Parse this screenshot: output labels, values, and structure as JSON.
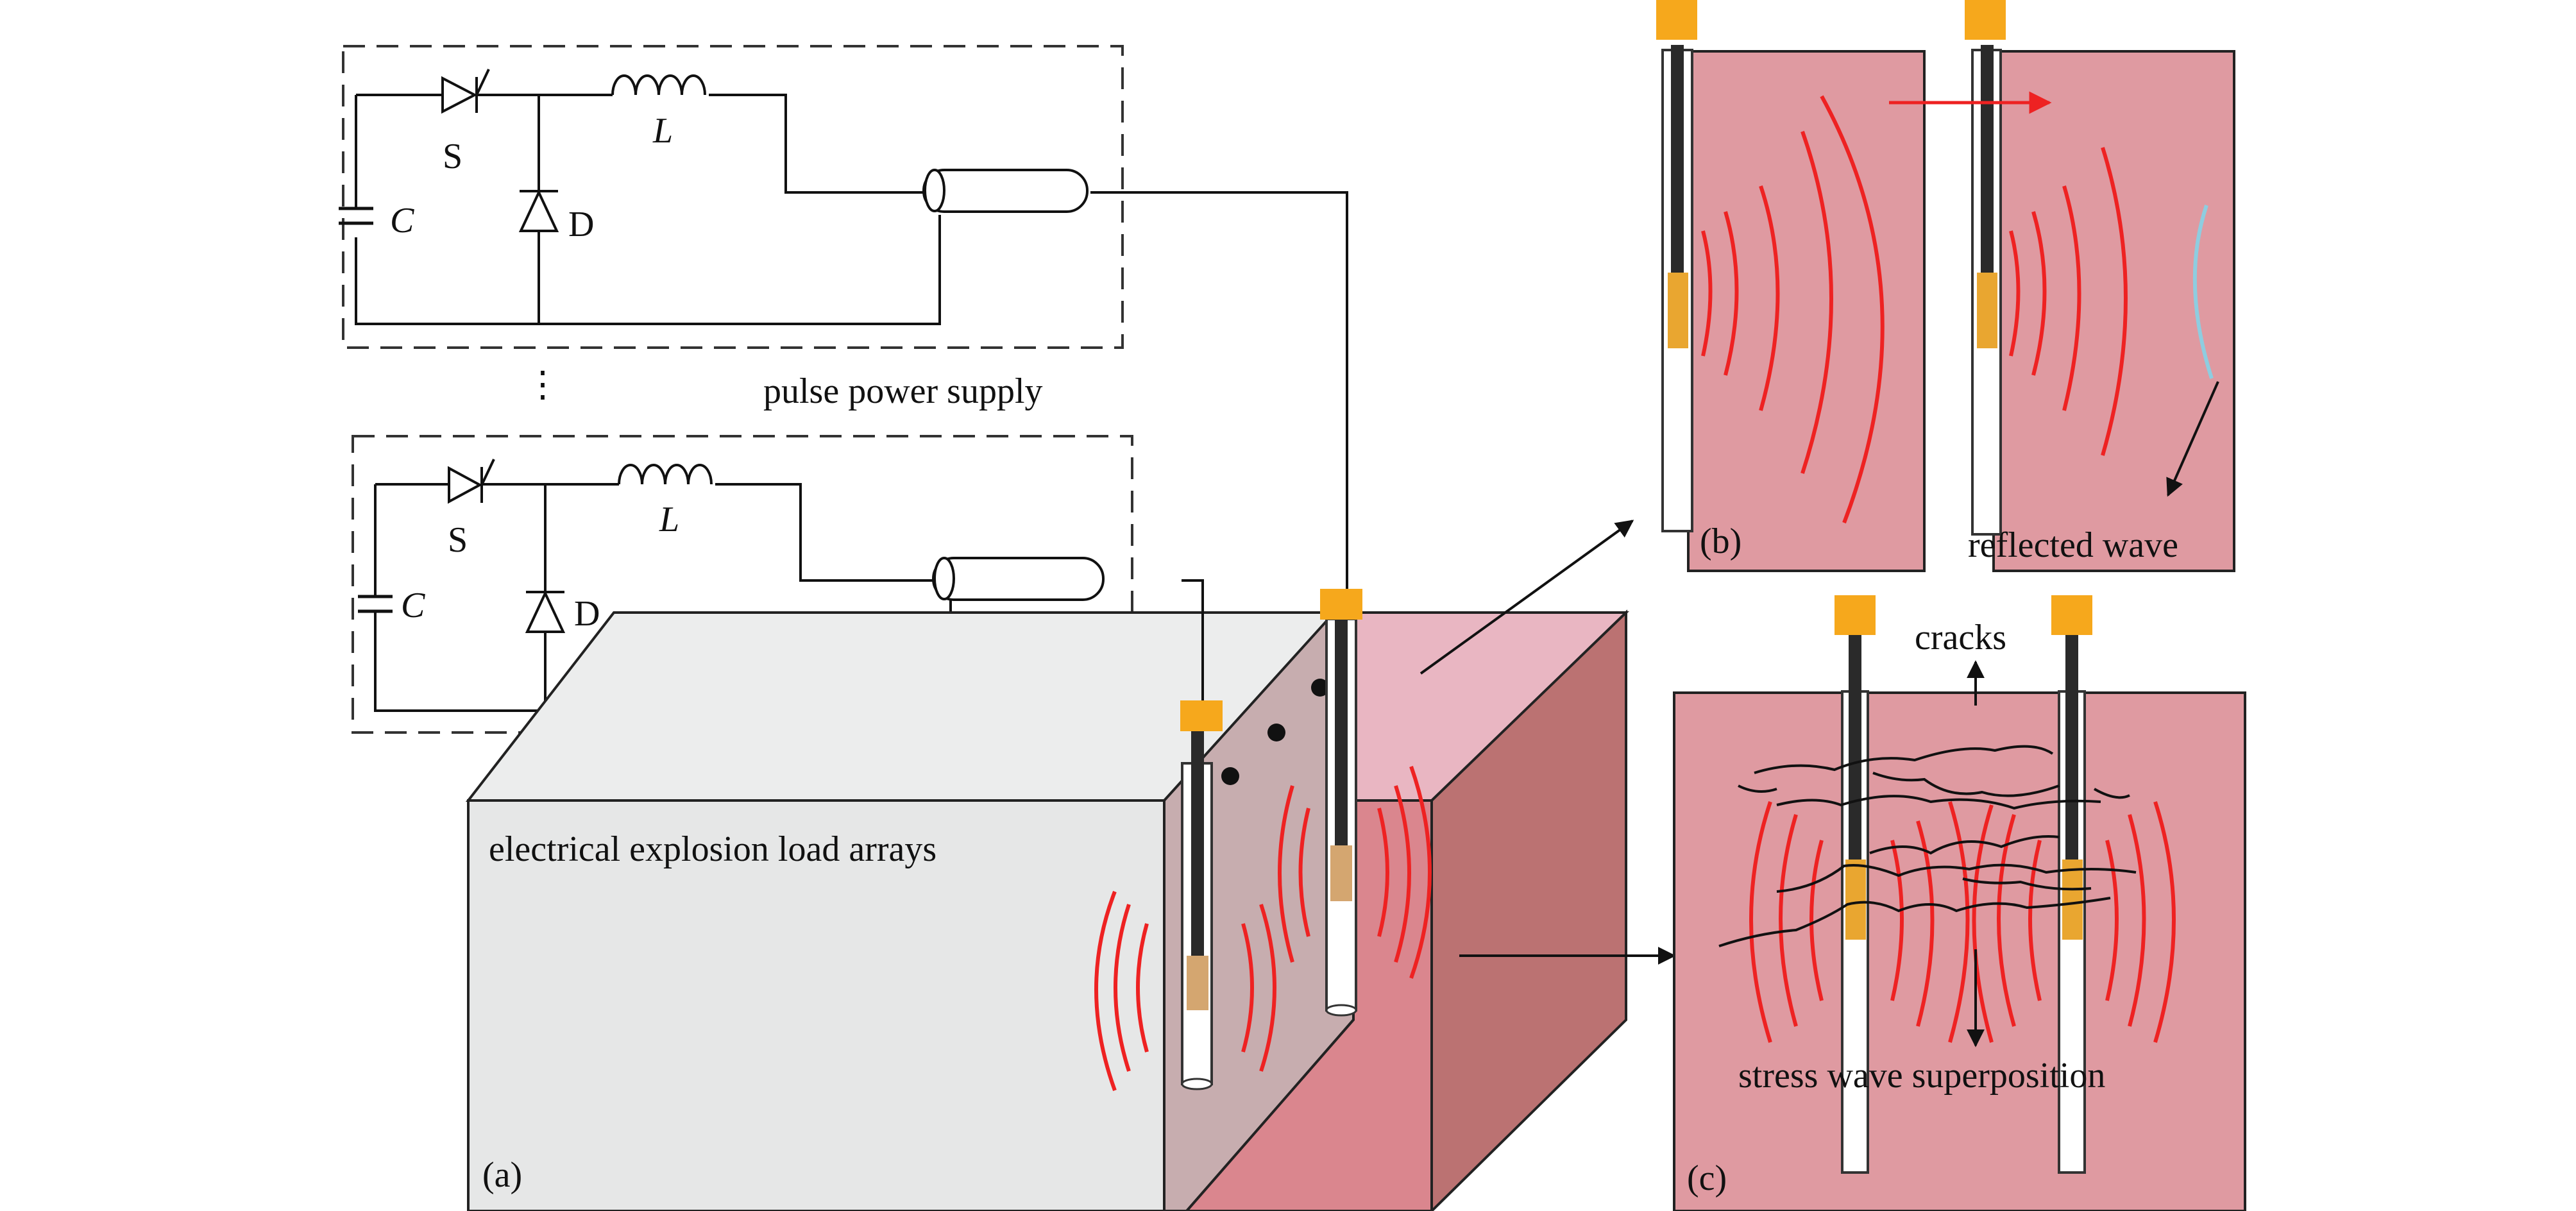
{
  "labels": {
    "switch": "S",
    "diode": "D",
    "inductor": "L",
    "capacitor": "C",
    "ellipsis": "⋮",
    "pulse_power_supply": "pulse power supply",
    "load_arrays": "electrical explosion load arrays",
    "panel_a": "(a)",
    "panel_b": "(b)",
    "panel_c": "(c)",
    "reflected_wave": "reflected wave",
    "cracks": "cracks",
    "stress_wave_superposition": "stress wave superposition"
  },
  "colors": {
    "rock_front": "#e8e8e8",
    "rock_top": "#ececec",
    "rock_cut": "#d8878e",
    "rock_side": "#b97272",
    "rock_pink_top": "#e9b6c2",
    "panel_fill": "#df9aa1",
    "electrode_head": "#f6a81c",
    "electrode_tip": "#e9a630",
    "wave_red": "#ee2222",
    "reflected_blue": "#8ecde0",
    "arrow_red": "#ee2222"
  }
}
